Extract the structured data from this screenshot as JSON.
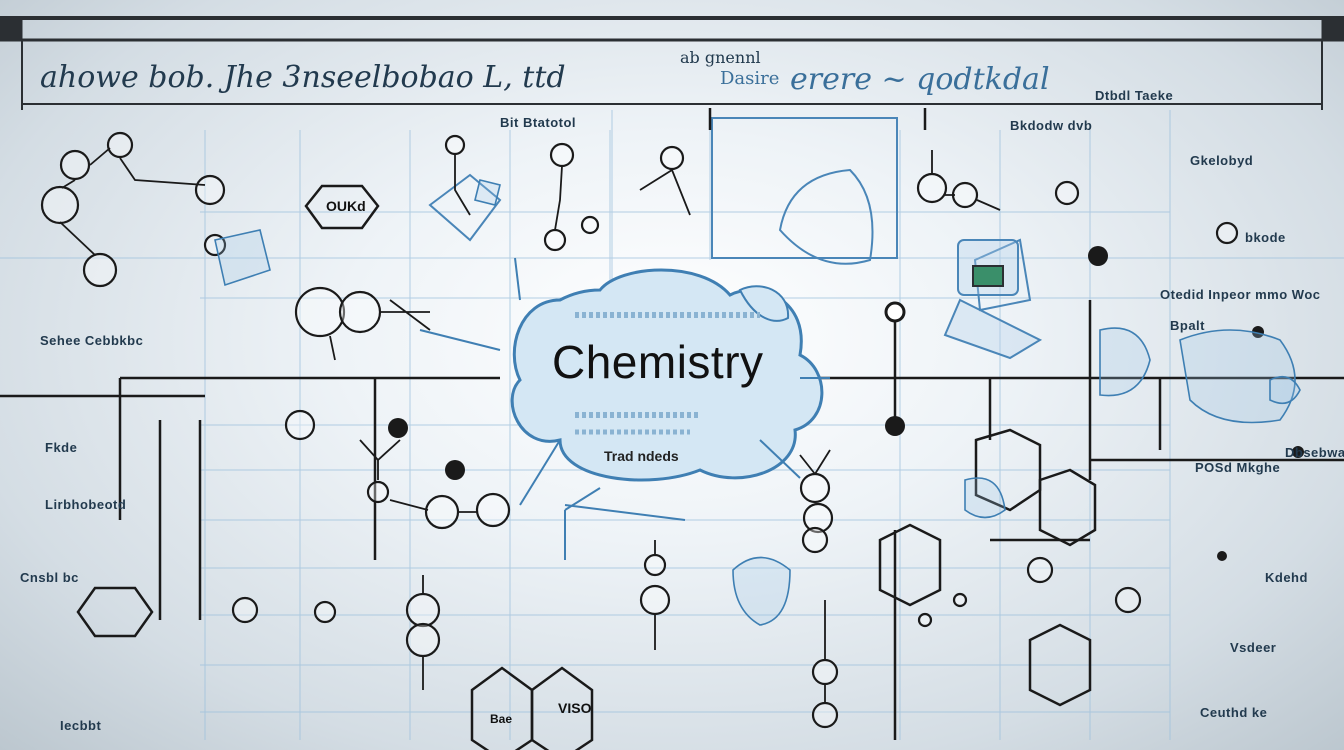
{
  "image": {
    "central_label": "Chemistry",
    "central_sub": "Trad  ndeds",
    "header_scrawl": "ahowe bob. Jhe  3nseelbobao L, ttd",
    "header_scrawl_right": "erere ~ qodtkdal",
    "header_small_top": "ab gnennl",
    "header_small_mid": "Dasire",
    "header_small_right": "Dtbdl Taeke",
    "hex_label_top_left": "OUKd",
    "hex_label_bottom": "VISO",
    "hex_label_bottom_left": "Bae",
    "side_labels": [
      "Sehee Cebbkbc",
      "Bit Btatotol",
      "Bkdodw dvb",
      "Gkelobyd",
      "Otedid Inpeor mmo Woc",
      "Fkde",
      "POSd Mkghe",
      "Cnsbl bc",
      "Ceuthd ke",
      "Vsdeer",
      "Kdehd",
      "Iecbbt",
      "Bpalt",
      "bkode",
      "Lirbhobeotd",
      "Dbsebwal"
    ],
    "colors": {
      "ink": "#1a1a1a",
      "blue_line": "#4a86b8",
      "cloud_fill": "#cfe3f1",
      "frame": "#2b2f33"
    }
  }
}
